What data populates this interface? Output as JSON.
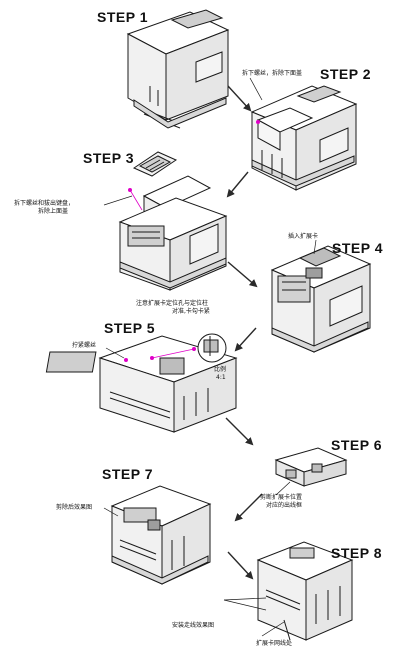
{
  "steps": [
    {
      "label": "STEP 1"
    },
    {
      "label": "STEP 2",
      "note": "拆下螺丝，拆除下面盖"
    },
    {
      "label": "STEP 3",
      "note_line1": "拆下螺丝和拔出键盘，",
      "note_line2": "拆除上面盖"
    },
    {
      "label": "STEP 4",
      "note": "插入扩展卡"
    },
    {
      "label": "STEP 5",
      "note_top_line1": "注意扩展卡定位孔与定位柱",
      "note_top_line2": "对准,卡勾卡紧",
      "note_left": "拧紧螺丝",
      "ratio_label": "比例",
      "ratio_value": "4:1"
    },
    {
      "label": "STEP 6",
      "note_line1": "剪断扩展卡位置",
      "note_line2": "对应的出线框"
    },
    {
      "label": "STEP 7",
      "note": "剪除后效果图"
    },
    {
      "label": "STEP 8",
      "note_left": "安装走线效果图",
      "note_bottom": "扩展卡网线处"
    }
  ],
  "colors": {
    "line": "#1a1a1a",
    "accent": "#e000c8",
    "arrow": "#2a2a2a",
    "fill": "#ffffff",
    "shade": "#e6e6e6",
    "dark": "#bdbdbd"
  }
}
